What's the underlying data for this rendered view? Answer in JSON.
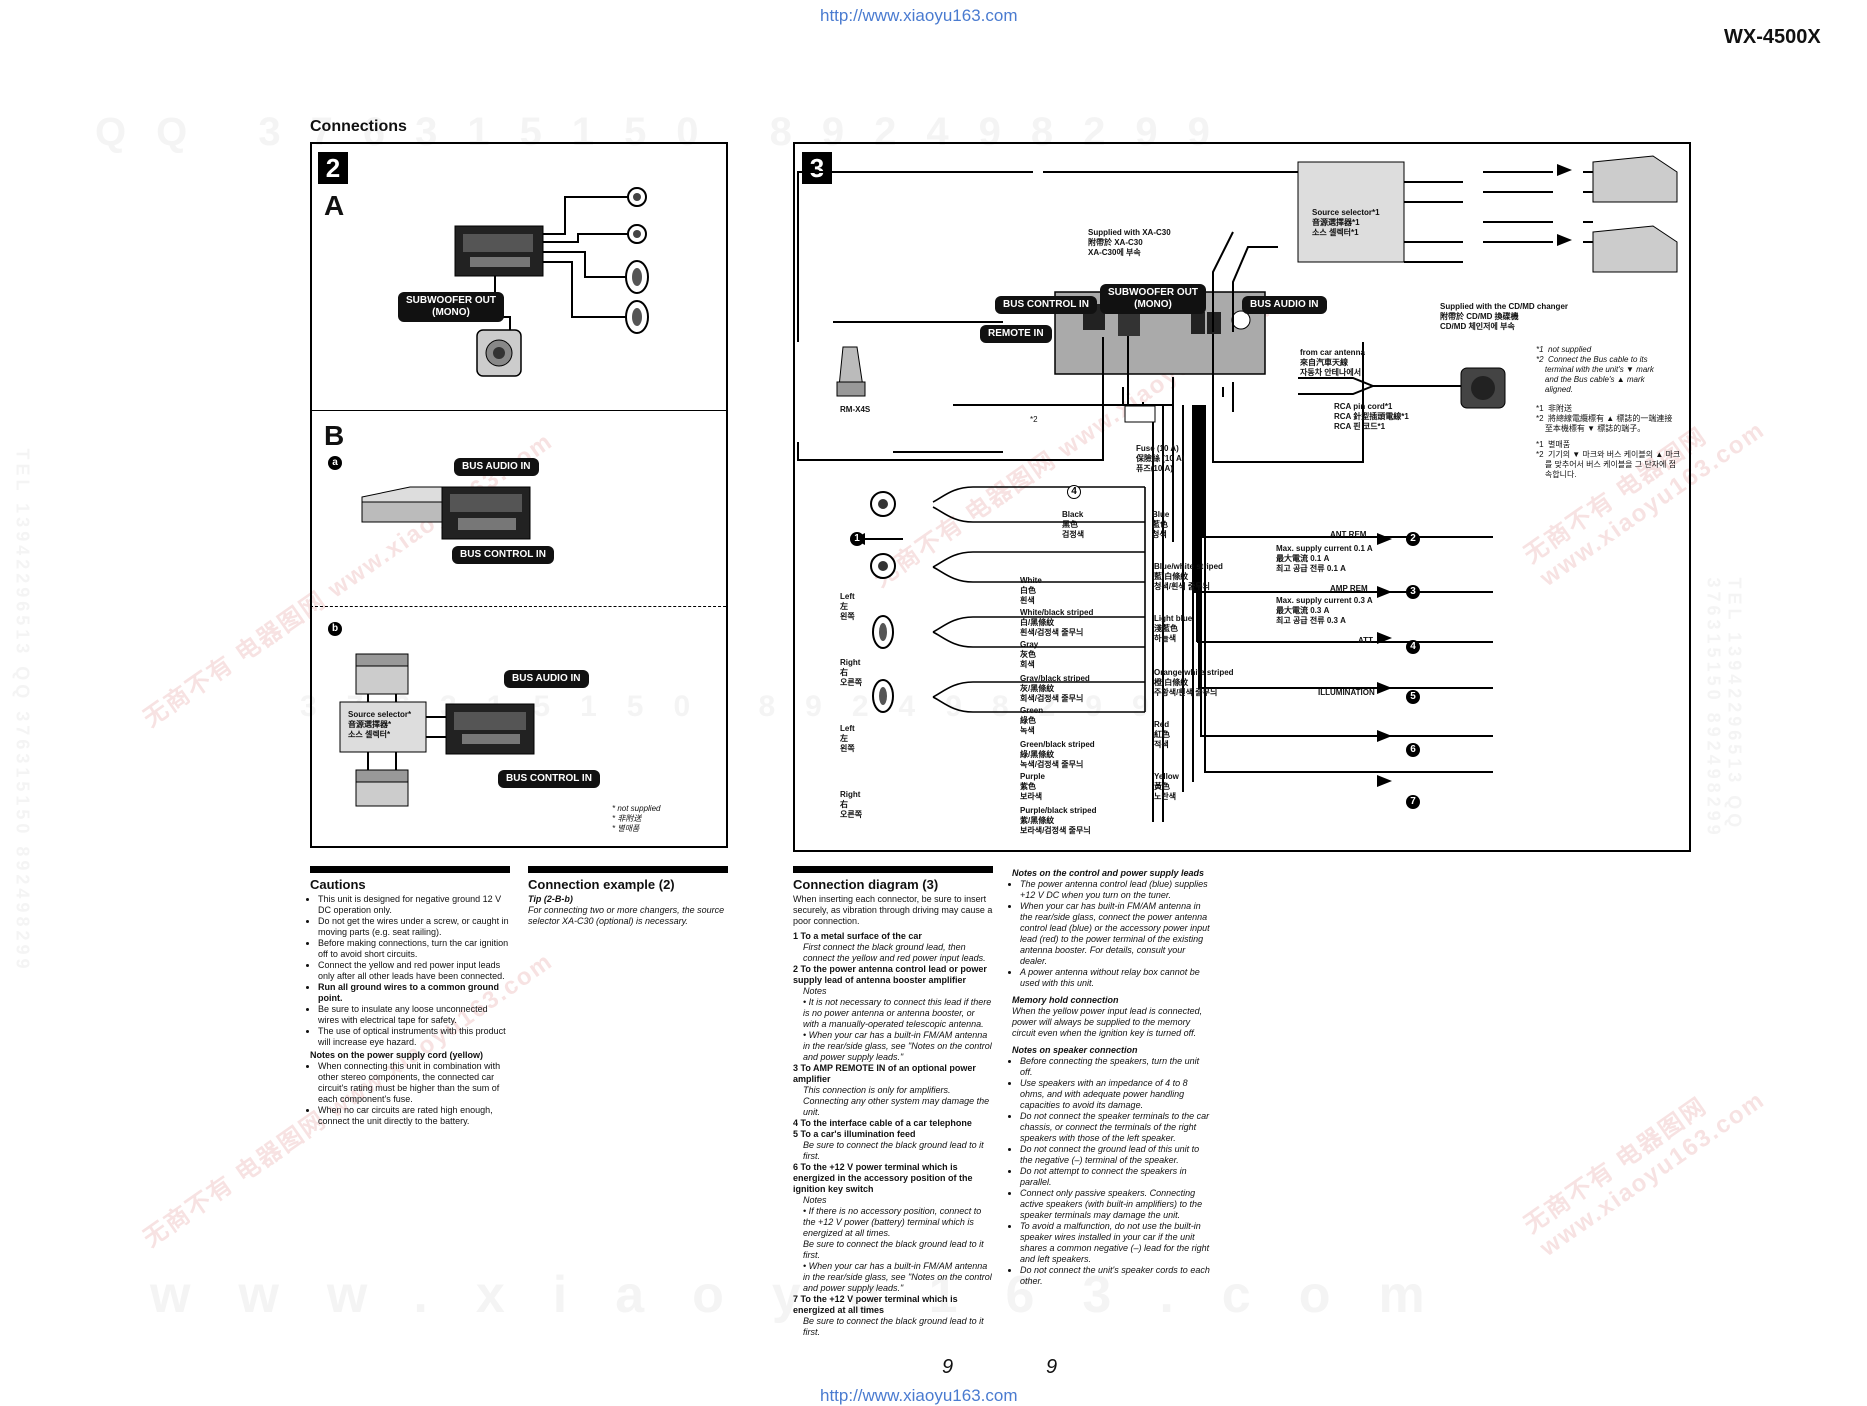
{
  "header": {
    "url_top": "http://www.xiaoyu163.com",
    "model": "WX-4500X",
    "section_title": "Connections"
  },
  "footer": {
    "page_left": "9",
    "page_right": "9",
    "url_bottom": "http://www.xiaoyu163.com"
  },
  "watermarks": {
    "top_row": "QQ 376315150 892498299",
    "mid_row": "376315150 892498299",
    "bottom_row": "www.xiaoyu163.com",
    "side_left": "TEL 13942296513 QQ 376315150 892498299",
    "side_right": "TEL 13942296513 QQ 376315150 892498299",
    "diag_text": "无商不有 电器图网 www.xiaoyu163.com"
  },
  "fig2": {
    "num": "2",
    "A": "A",
    "B": "B",
    "a": "a",
    "b": "b",
    "subwoofer_out": "SUBWOOFER OUT\n(MONO)",
    "bus_audio_in": "BUS AUDIO IN",
    "bus_control_in": "BUS CONTROL IN",
    "source_selector": "Source selector*\n音源選擇器*\n소스 셀렉터*",
    "footnote": "* not supplied\n* 非附送\n* 별매품"
  },
  "fig3": {
    "num": "3",
    "bus_control_in": "BUS CONTROL IN",
    "subwoofer_out": "SUBWOOFER OUT\n(MONO)",
    "bus_audio_in": "BUS AUDIO IN",
    "remote_in": "REMOTE IN",
    "supplied_xa": "Supplied with XA-C30\n附帶於 XA-C30\nXA-C30에 부속",
    "source_selector": "Source selector*1\n音源選擇器*1\n소스 셀렉터*1",
    "supplied_cd": "Supplied with the CD/MD changer\n附帶於 CD/MD 換碟機\nCD/MD 체인저에 부속",
    "notes1": "*1  not supplied\n*2  Connect the Bus cable to its\n    terminal with the unit's ▼ mark\n    and the Bus cable's ▲ mark\n    aligned.",
    "notes2": "*1  非附送\n*2  將總線電纜標有 ▲ 標誌的一端連接\n    至本機標有 ▼ 標誌的端子。",
    "notes3": "*1  별매품\n*2  기기의 ▼ 마크와 버스 케이블의 ▲ 마크\n    를 맞추어서 버스 케이블을 그 단자에 접\n    속합니다.",
    "rm": "RM-X4S",
    "from_antenna": "from car antenna\n來自汽車天線\n자동차 안테나에서",
    "rca_pin": "RCA pin cord*1\nRCA 針型插頭電線*1\nRCA 핀 코드*1",
    "fuse": "Fuse (10 A)\n保險絲 (10 A)\n퓨즈(10 A)",
    "star2": "*2",
    "black": "Black\n黑色\n검정색",
    "blue": "Blue\n藍色\n청색",
    "ant_rem": "ANT REM",
    "max01": "Max. supply current 0.1 A\n最大電流 0.1 A\n최고 공급 전류 0.1 A",
    "blue_white": "Blue/white striped\n藍/白條紋\n청색/흰색 줄무늬",
    "amp_rem": "AMP REM",
    "max03": "Max. supply current 0.3 A\n最大電流 0.3 A\n최고 공급 전류 0.3 A",
    "light_blue": "Light blue\n淺藍色\n하늘색",
    "att": "ATT",
    "orange_white": "Orange/white striped\n橙/白條紋\n주황색/흰색 줄무늬",
    "illumination": "ILLUMINATION",
    "red": "Red\n紅色\n적색",
    "yellow": "Yellow\n黃色\n노란색",
    "white": "White\n白色\n흰색",
    "white_black": "White/black striped\n白/黑條紋\n흰색/검정색 줄무늬",
    "gray": "Gray\n灰色\n회색",
    "gray_black": "Gray/black striped\n灰/黑條紋\n회색/검정색 줄무늬",
    "green": "Green\n綠色\n녹색",
    "green_black": "Green/black striped\n綠/黑條紋\n녹색/검정색 줄무늬",
    "purple": "Purple\n紫色\n보라색",
    "purple_black": "Purple/black striped\n紫/黑條紋\n보라색/검정색 줄무늬",
    "left1": "Left\n左\n왼쪽",
    "right1": "Right\n右\n오른쪽",
    "left2": "Left\n左\n왼쪽",
    "right2": "Right\n右\n오른쪽",
    "n1": "1",
    "n2": "2",
    "n3": "3",
    "n4": "4",
    "n5": "5",
    "n6": "6",
    "n7": "7",
    "n4small": "4"
  },
  "cautions": {
    "title": "Cautions",
    "items": [
      "This unit is designed for negative ground 12 V DC operation only.",
      "Do not get the wires under a screw, or caught in moving parts (e.g. seat railing).",
      "Before making connections, turn the car ignition off to avoid short circuits.",
      "Connect the yellow and red power input leads only after all other leads have been connected.",
      "Run all ground wires to a common ground point.",
      "Be sure to insulate any loose unconnected wires with electrical tape for safety.",
      "The use of optical instruments with this product will increase eye hazard."
    ],
    "sub_title": "Notes on the power supply cord (yellow)",
    "sub_items": [
      "When connecting this unit in combination with other stereo components, the connected car circuit's rating must be higher than the sum of each component's fuse.",
      "When no car circuits are rated high enough, connect the unit directly to the battery."
    ]
  },
  "example": {
    "title": "Connection example (2)",
    "tip": "Tip (2-B-b)",
    "tip_text": "For connecting two or more changers, the source selector XA-C30 (optional) is necessary."
  },
  "diagram": {
    "title": "Connection diagram (3)",
    "intro": "When inserting each connector, be sure to insert securely, as vibration through driving may cause a poor connection.",
    "items": [
      {
        "n": "1",
        "t": "To a metal surface of the car",
        "d": "First connect the black ground lead, then connect the yellow and red power input leads."
      },
      {
        "n": "2",
        "t": "To the power antenna control lead or power supply lead of antenna booster amplifier",
        "d": "Notes\n• It is not necessary to connect this lead if there is no power antenna or antenna booster, or with a manually-operated telescopic antenna.\n• When your car has a built-in FM/AM antenna in the rear/side glass, see \"Notes on the control and power supply leads.\""
      },
      {
        "n": "3",
        "t": "To AMP REMOTE IN of an optional power amplifier",
        "d": "This connection is only for amplifiers. Connecting any other system may damage the unit."
      },
      {
        "n": "4",
        "t": "To the interface cable of a car telephone",
        "d": ""
      },
      {
        "n": "5",
        "t": "To a car's illumination feed",
        "d": "Be sure to connect the black ground lead to it first."
      },
      {
        "n": "6",
        "t": "To the +12 V power terminal which is energized in the accessory position of the ignition key switch",
        "d": "Notes\n• If there is no accessory position, connect to the +12 V power (battery) terminal which is energized at all times.\nBe sure to connect the black ground lead to it first.\n• When your car has a built-in FM/AM antenna in the rear/side glass, see \"Notes on the control and power supply leads.\""
      },
      {
        "n": "7",
        "t": "To the +12 V power terminal which is energized at all times",
        "d": "Be sure to connect the black ground lead to it first."
      }
    ]
  },
  "notes": {
    "t1": "Notes on the control and power supply leads",
    "l1": [
      "The power antenna control lead (blue) supplies +12 V DC when you turn on the tuner.",
      "When your car has built-in FM/AM antenna in the rear/side glass, connect the power antenna control lead (blue) or the accessory power input lead (red) to the power terminal of the existing antenna booster. For details, consult your dealer.",
      "A power antenna without relay box cannot be used with this unit."
    ],
    "t2": "Memory hold connection",
    "p2": "When the yellow power input lead is connected, power will always be supplied to the memory circuit even when the ignition key is turned off.",
    "t3": "Notes on speaker connection",
    "l3": [
      "Before connecting the speakers, turn the unit off.",
      "Use speakers with an impedance of 4 to 8 ohms, and with adequate power handling capacities to avoid its damage.",
      "Do not connect the speaker terminals to the car chassis, or connect the terminals of the right speakers with those of the left speaker.",
      "Do not connect the ground lead of this unit to the negative (–) terminal of the speaker.",
      "Do not attempt to connect the speakers in parallel.",
      "Connect only passive speakers. Connecting active speakers (with built-in amplifiers) to the speaker terminals may damage the unit.",
      "To avoid a malfunction, do not use the built-in speaker wires installed in your car if the unit shares a common negative (–) lead for the right and left speakers.",
      "Do not connect the unit's speaker cords to each other."
    ]
  }
}
